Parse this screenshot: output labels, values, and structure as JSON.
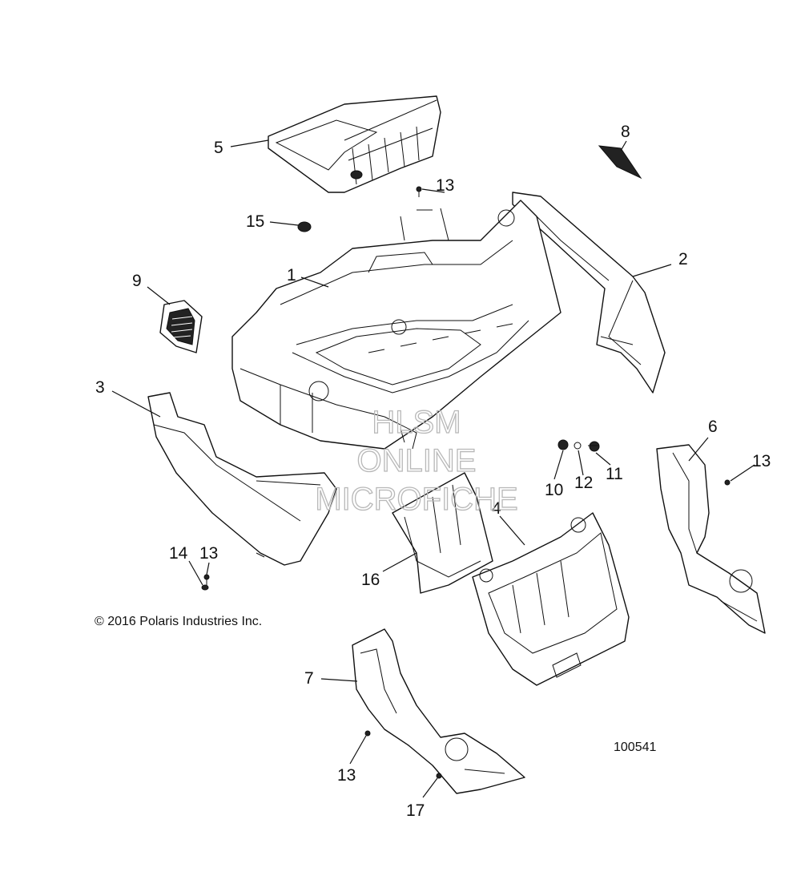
{
  "callouts": {
    "c1": "1",
    "c2": "2",
    "c3": "3",
    "c4": "4",
    "c5": "5",
    "c6": "6",
    "c7": "7",
    "c8": "8",
    "c9": "9",
    "c10": "10",
    "c11": "11",
    "c12": "12",
    "c13_top": "13",
    "c13_right": "13",
    "c13_left": "13",
    "c13_bottom": "13",
    "c14": "14",
    "c15": "15",
    "c16": "16",
    "c17": "17"
  },
  "copyright": "© 2016 Polaris Industries Inc.",
  "figure_number": "100541",
  "watermark": {
    "line1": "HLSM",
    "line2": "ONLINE",
    "line3": "MICROFICHE"
  }
}
